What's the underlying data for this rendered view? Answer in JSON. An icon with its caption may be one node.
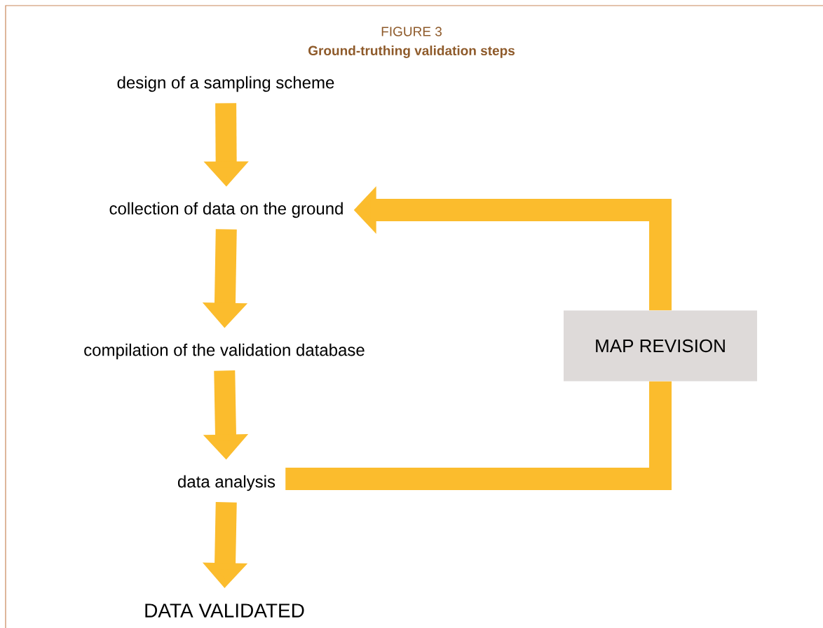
{
  "diagram": {
    "title": "Ground-truthing validation steps",
    "nodes": [
      {
        "text": [
          "design of a sampling scheme"
        ]
      },
      {
        "text": [
          "collection of data on the ground"
        ]
      },
      {
        "text": [
          "compilation of the validation database"
        ]
      },
      {
        "text": [
          "data analysis"
        ]
      },
      {
        "text": [
          "DATA VALIDATED"
        ]
      },
      {
        "text": [
          "MAP REVISION"
        ]
      }
    ],
    "edges": [
      {
        "from": 0,
        "to": 1,
        "arrow": "to"
      },
      {
        "from": 1,
        "to": 2,
        "arrow": "to"
      },
      {
        "from": 2,
        "to": 3,
        "arrow": "to"
      },
      {
        "from": 3,
        "to": 4,
        "arrow": "to"
      },
      {
        "from": 3,
        "to": 5,
        "arrow": "none"
      },
      {
        "from": 5,
        "to": 1,
        "arrow": "to"
      }
    ],
    "labels": [
      "FIGURE 3"
    ]
  }
}
